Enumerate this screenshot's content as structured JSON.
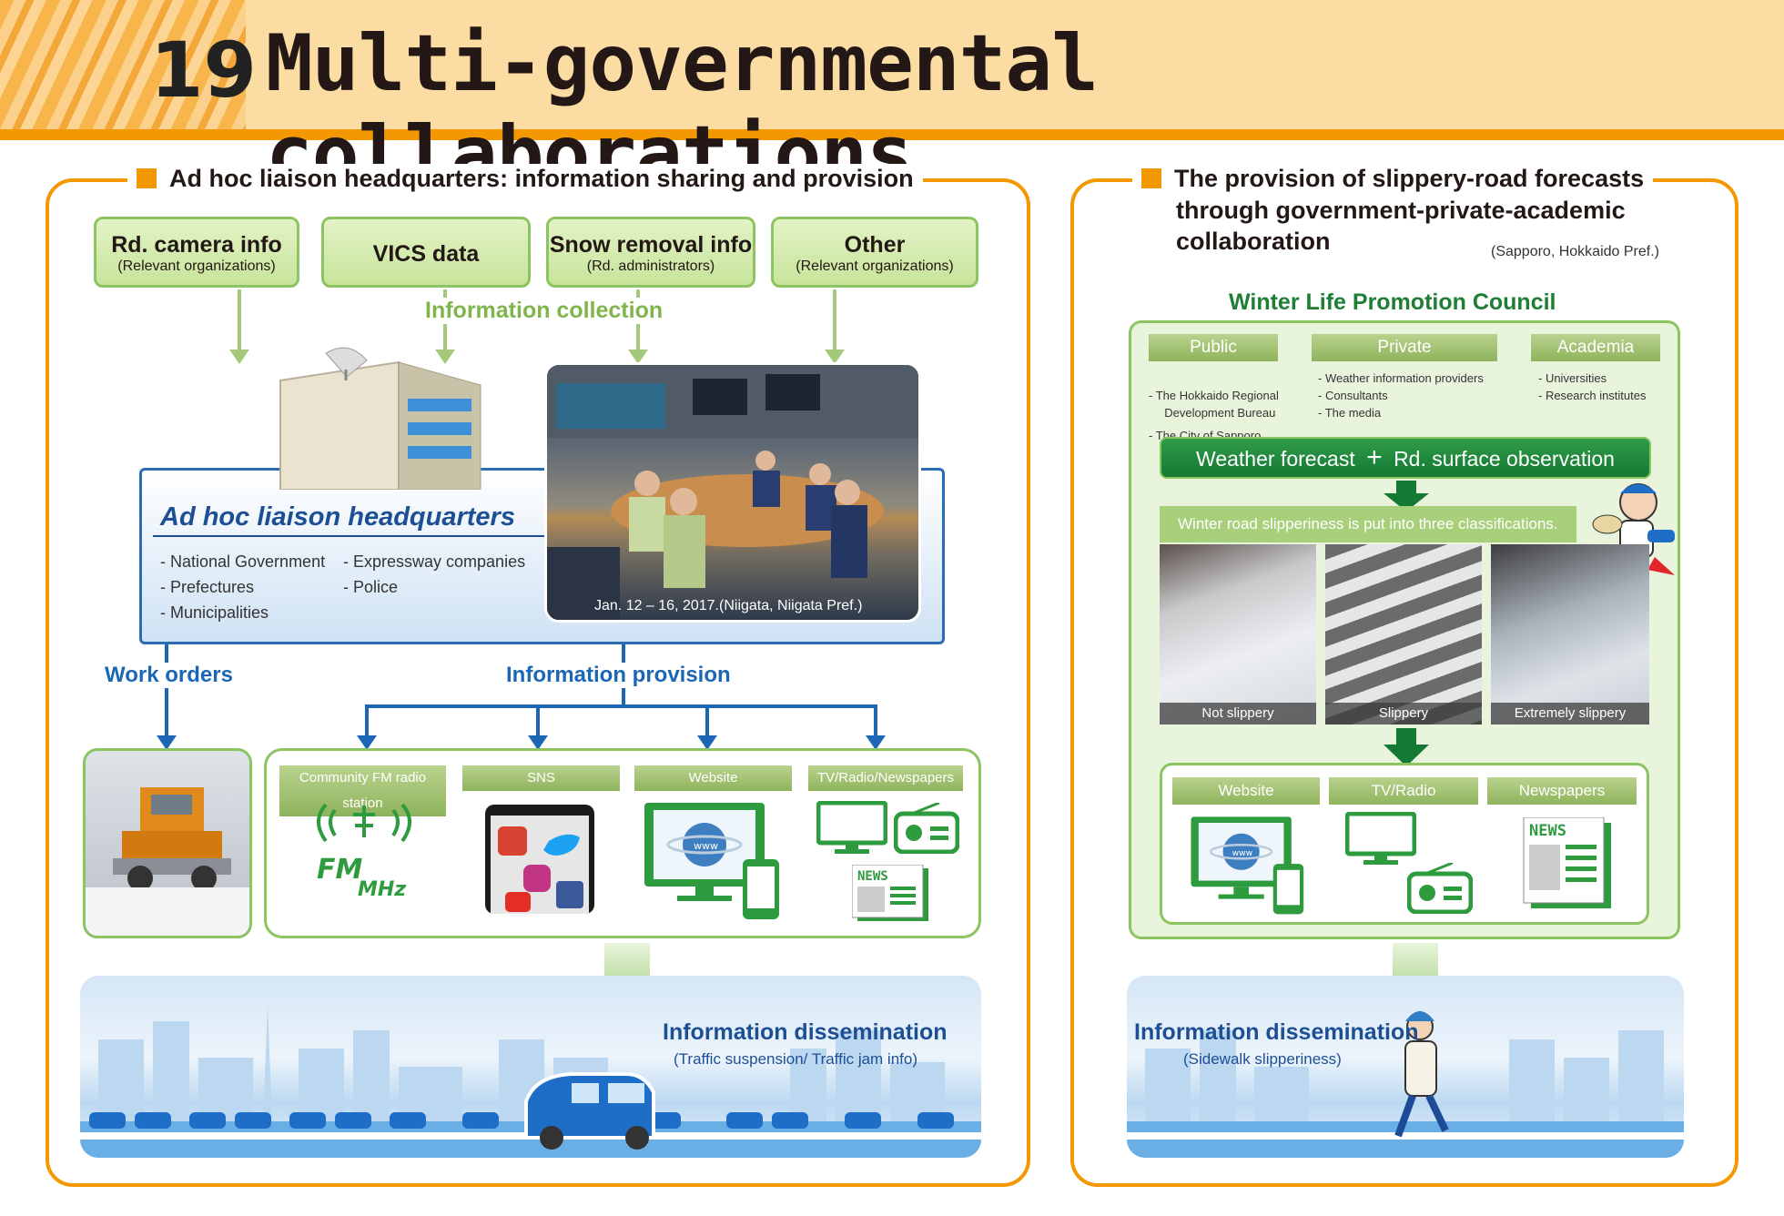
{
  "header": {
    "number": "19",
    "title": "Multi-governmental collaborations"
  },
  "left": {
    "title": "Ad hoc liaison headquarters: information sharing and provision",
    "sources": [
      {
        "title": "Rd. camera info",
        "sub": "(Relevant organizations)"
      },
      {
        "title": "VICS data",
        "sub": ""
      },
      {
        "title": "Snow removal info",
        "sub": "(Rd. administrators)"
      },
      {
        "title": "Other",
        "sub": "(Relevant organizations)"
      }
    ],
    "collection_label": "Information collection",
    "hq": {
      "title": "Ad hoc liaison headquarters",
      "col1": [
        "- National Government",
        "- Prefectures",
        "- Municipalities"
      ],
      "col2": [
        "- Expressway companies",
        "- Police"
      ]
    },
    "photo_caption": "Jan. 12 – 16, 2017.(Niigata, Niigata Pref.)",
    "work_orders": "Work orders",
    "info_provision": "Information provision",
    "media": [
      "Community FM radio station",
      "SNS",
      "Website",
      "TV/Radio/Newspapers"
    ],
    "fm_text": "FM",
    "mhz_text": "MHz",
    "www_text": "www",
    "news_text": "NEWS",
    "dissemination": {
      "title": "Information dissemination",
      "sub": "(Traffic suspension/ Traffic jam info)"
    }
  },
  "right": {
    "title_lines": [
      "The provision of slippery-road forecasts",
      "through government-private-academic",
      "collaboration"
    ],
    "location": "(Sapporo, Hokkaido Pref.)",
    "council_title": "Winter Life Promotion Council",
    "groups": [
      {
        "label": "Public",
        "items": [
          "- The Hokkaido Regional",
          "  Development Bureau",
          "- The City of Sapporo"
        ]
      },
      {
        "label": "Private",
        "items": [
          "- Weather information providers",
          "- Consultants",
          "- The media"
        ]
      },
      {
        "label": "Academia",
        "items": [
          "- Universities",
          "- Research institutes"
        ]
      }
    ],
    "forecast_bar": {
      "left": "Weather forecast",
      "plus": "+",
      "right": "Rd. surface observation"
    },
    "classification": "Winter road slipperiness is put into three classifications.",
    "classes": [
      "Not slippery",
      "Slippery",
      "Extremely slippery"
    ],
    "media": [
      "Website",
      "TV/Radio",
      "Newspapers"
    ],
    "www_text": "www",
    "news_text": "NEWS",
    "dissemination": {
      "title": "Information dissemination",
      "sub": "(Sidewalk slipperiness)"
    }
  }
}
